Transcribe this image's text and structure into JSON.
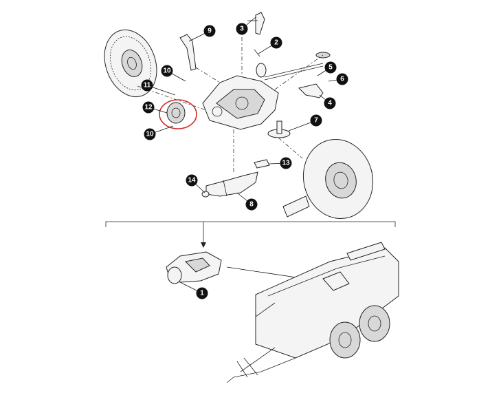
{
  "diagram": {
    "highlight_color": "#d22b2b",
    "callouts": [
      {
        "id": "c1",
        "label": "1"
      },
      {
        "id": "c2",
        "label": "2"
      },
      {
        "id": "c3",
        "label": "3"
      },
      {
        "id": "c4",
        "label": "4"
      },
      {
        "id": "c5",
        "label": "5"
      },
      {
        "id": "c6",
        "label": "6"
      },
      {
        "id": "c7",
        "label": "7"
      },
      {
        "id": "c8",
        "label": "8"
      },
      {
        "id": "c9",
        "label": "9"
      },
      {
        "id": "c10a",
        "label": "10"
      },
      {
        "id": "c10b",
        "label": "10"
      },
      {
        "id": "c11",
        "label": "11"
      },
      {
        "id": "c12",
        "label": "12"
      },
      {
        "id": "c13",
        "label": "13"
      },
      {
        "id": "c14",
        "label": "14"
      }
    ]
  }
}
